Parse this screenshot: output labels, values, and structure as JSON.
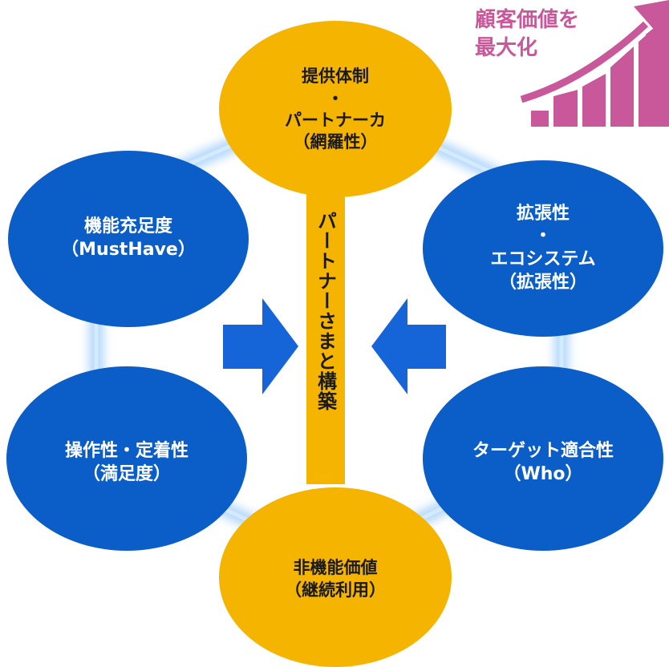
{
  "diagram": {
    "colors": {
      "blue": "#0b5dc8",
      "gold": "#f5b400",
      "arrow": "#1565d8",
      "glow": "#8fc1f5",
      "pink": "#c9589a"
    },
    "top_right": {
      "line1": "顧客価値を",
      "line2": "最大化",
      "icon": "growth-arrow-bar-icon"
    },
    "nodes": {
      "top": {
        "line1": "提供体制",
        "line2": "・",
        "line3": "パートナーカ",
        "line4": "（網羅性）"
      },
      "upper_left": {
        "line1": "機能充足度",
        "line2": "（MustHave）"
      },
      "upper_right": {
        "line1": "拡張性",
        "line2": "・",
        "line3": "エコシステム",
        "line4": "（拡張性）"
      },
      "lower_left": {
        "line1": "操作性・定着性",
        "line2": "（満足度）"
      },
      "lower_right": {
        "line1": "ターゲット適合性",
        "line2": "（Who）"
      },
      "bottom": {
        "line1": "非機能価値",
        "line2": "（継続利用）"
      }
    },
    "center_bar": {
      "text": "パートナーさまと構築"
    },
    "arrows": {
      "left": "right-arrow-icon",
      "right": "left-arrow-icon"
    }
  }
}
